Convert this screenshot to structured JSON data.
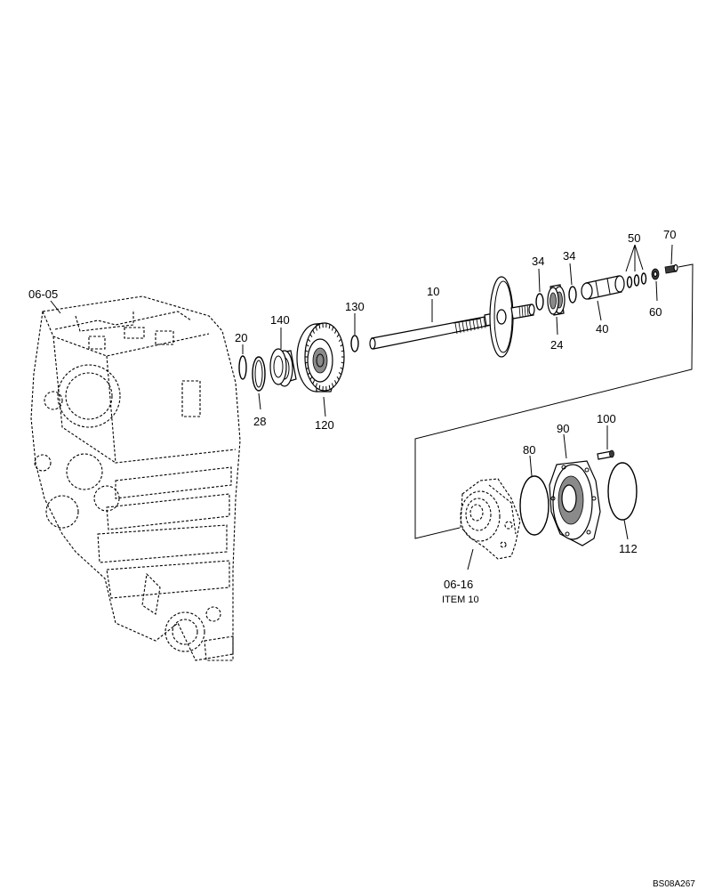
{
  "callouts": {
    "c0605": "06-05",
    "c20": "20",
    "c28": "28",
    "c140": "140",
    "c120": "120",
    "c130": "130",
    "c10": "10",
    "c34a": "34",
    "c34b": "34",
    "c24": "24",
    "c40": "40",
    "c50": "50",
    "c60": "60",
    "c70": "70",
    "c80": "80",
    "c90": "90",
    "c100": "100",
    "c112": "112",
    "c0616": "06-16",
    "item10": "ITEM 10"
  },
  "drawing_code": "BS08A267"
}
